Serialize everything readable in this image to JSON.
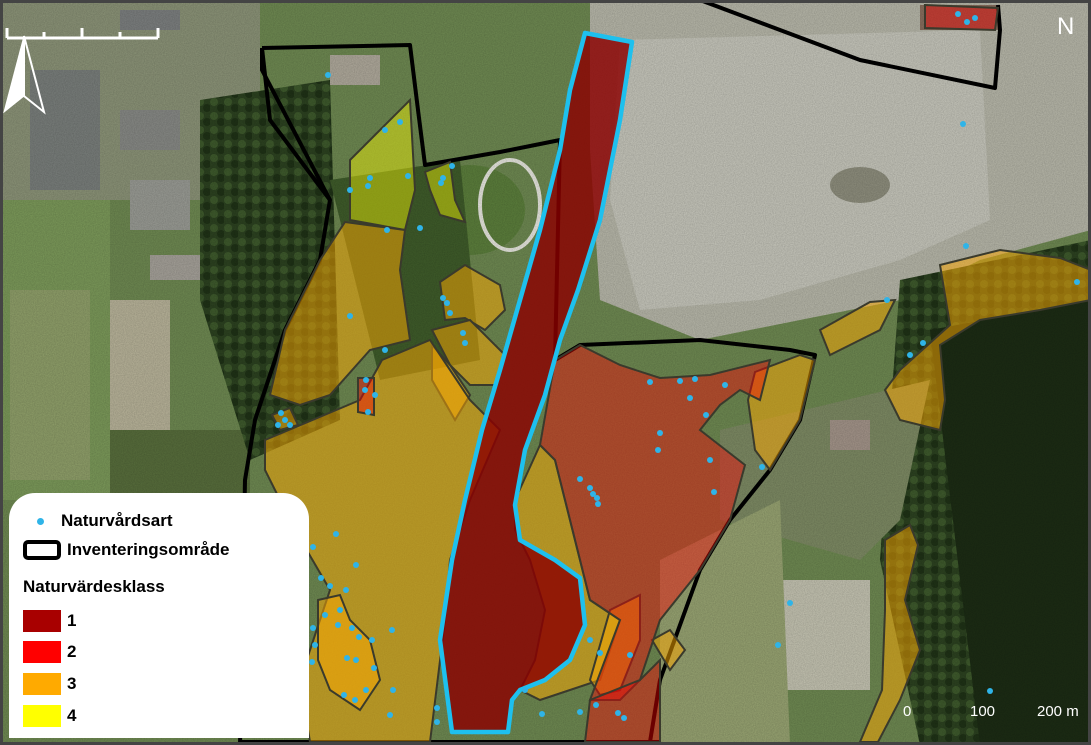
{
  "legend": {
    "species_label": "Naturvårdsart",
    "inventory_label": "Inventeringsområde",
    "class_heading": "Naturvärdesklass",
    "classes": [
      {
        "label": "1",
        "color": "#a80000"
      },
      {
        "label": "2",
        "color": "#ff0000"
      },
      {
        "label": "3",
        "color": "#ffaa00"
      },
      {
        "label": "4",
        "color": "#ffff00"
      }
    ]
  },
  "north_arrow": {
    "label": "N"
  },
  "scale_bar": {
    "labels": [
      "0",
      "100",
      "200 m"
    ]
  },
  "colors": {
    "species_point": "#2fb4e8",
    "inventory_outline": "#000000",
    "highlight_outline": "#1ec0ee"
  }
}
